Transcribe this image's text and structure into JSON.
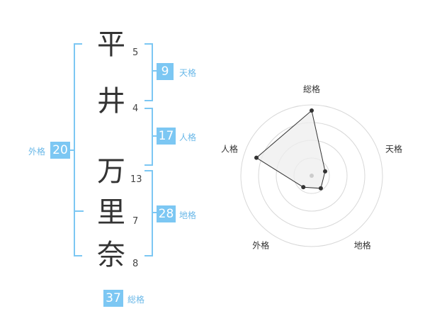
{
  "name": {
    "characters": [
      {
        "char": "平",
        "strokes": "5"
      },
      {
        "char": "井",
        "strokes": "4"
      },
      {
        "char": "万",
        "strokes": "13"
      },
      {
        "char": "里",
        "strokes": "7"
      },
      {
        "char": "奈",
        "strokes": "8"
      }
    ]
  },
  "fortune": {
    "tenkaku": {
      "value": "9",
      "label": "天格"
    },
    "jinkaku": {
      "value": "17",
      "label": "人格"
    },
    "chikaku": {
      "value": "28",
      "label": "地格"
    },
    "gaikaku": {
      "value": "20",
      "label": "外格"
    },
    "soukaku": {
      "value": "37",
      "label": "総格"
    }
  },
  "colors": {
    "accent": "#7cc7f3",
    "accent_text": "#6ab8e8",
    "radar_fill": "#eeeeee",
    "radar_line": "#333333"
  },
  "chart_data": {
    "type": "radar",
    "axes": [
      "総格",
      "天格",
      "地格",
      "外格",
      "人格"
    ],
    "values": [
      0.92,
      0.2,
      0.22,
      0.2,
      0.82
    ],
    "range": [
      0,
      1
    ],
    "rings": 4
  }
}
